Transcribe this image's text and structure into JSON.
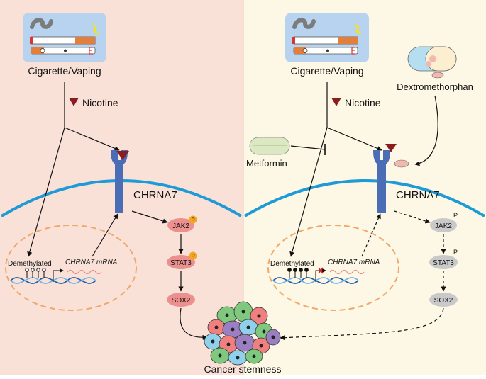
{
  "colors": {
    "left_bg": "#f9e1d8",
    "right_bg": "#fdf8e5",
    "membrane": "#1e9ad6",
    "receptor": "#4a6db5",
    "nicotine": "#8a1d1d",
    "active_protein": "#ec8f8f",
    "inactive_protein": "#c9c9c9",
    "phospho": "#f5a623",
    "nucleus_border": "#f0a86a"
  },
  "left": {
    "source_label": "Cigarette/Vaping",
    "ligand_label": "Nicotine",
    "receptor_label": "CHRNA7",
    "demethylated_label": "Demethylated",
    "mrna_label": "CHRNA7 mRNA",
    "pathway": {
      "jak2": "JAK2",
      "stat3": "STAT3",
      "sox2": "SOX2",
      "p": "P"
    }
  },
  "right": {
    "source_label": "Cigarette/Vaping",
    "ligand_label": "Nicotine",
    "receptor_label": "CHRNA7",
    "inhibitor_label": "Metformin",
    "drug_label": "Dextromethorphan",
    "demethylated_label": "Demethylated",
    "mrna_label": "CHRNA7 mRNA",
    "pathway": {
      "jak2": "JAK2",
      "stat3": "STAT3",
      "sox2": "SOX2",
      "p": "P"
    }
  },
  "outcome_label": "Cancer stemness",
  "icons": [
    "cigarette-vape-icon",
    "nicotine-triangle-icon",
    "receptor-icon",
    "dna-icon",
    "pill-icon",
    "capsule-icon",
    "cancer-cells-icon"
  ]
}
